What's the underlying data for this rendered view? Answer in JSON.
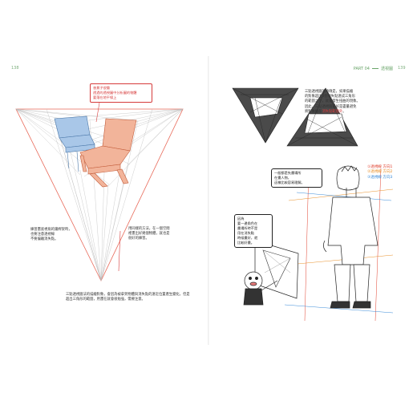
{
  "left_page": {
    "page_number": "138",
    "callout_top": "香蕉子很簡\n透過的透視圖中分析圖的物體\n要落在地平線上",
    "note_left": "練習畫底視角的鐵桿架時，\n也要注意透視線\n不要偏離消失點。",
    "note_right": "用同樣的方法，在一個空間\n裡畫出好幾個物體，就也是\n很好的練習。",
    "note_bottom": "三點透視圖法的描繪對象，會因為被拿到物體與消失點的遠近位置產生變化，但是\n超出三角形的範圍，用畫在就會很勉強，需要注意。"
  },
  "right_page": {
    "page_number": "139",
    "header_part": "PART 04",
    "header_title": "透視圖",
    "note_top": "三點透視圖的特徵是，如果描繪\n的對象超出3個消失點連成三角形\n的範圍之外，就會發生扭曲的現象。\n因此，三點透視圖最好是盡量避免\n將對象繪在消失點範圍外。",
    "note_top_highlight": "消失點範圍外",
    "bubble_boy": "一般都是先畫場所\n在畫人物，\n這樣比較容易理解。",
    "bubble_char": "因為\n要一邊角色在\n畫場所時不是\n用在消失點\n時候畫好，就\n比較好畫。",
    "legend": [
      {
        "label": "①透視線 方向1",
        "color": "#e0412f"
      },
      {
        "label": "②透視線 方向2",
        "color": "#e8902a"
      },
      {
        "label": "③透視線 方向3",
        "color": "#3a8bd8"
      }
    ]
  }
}
